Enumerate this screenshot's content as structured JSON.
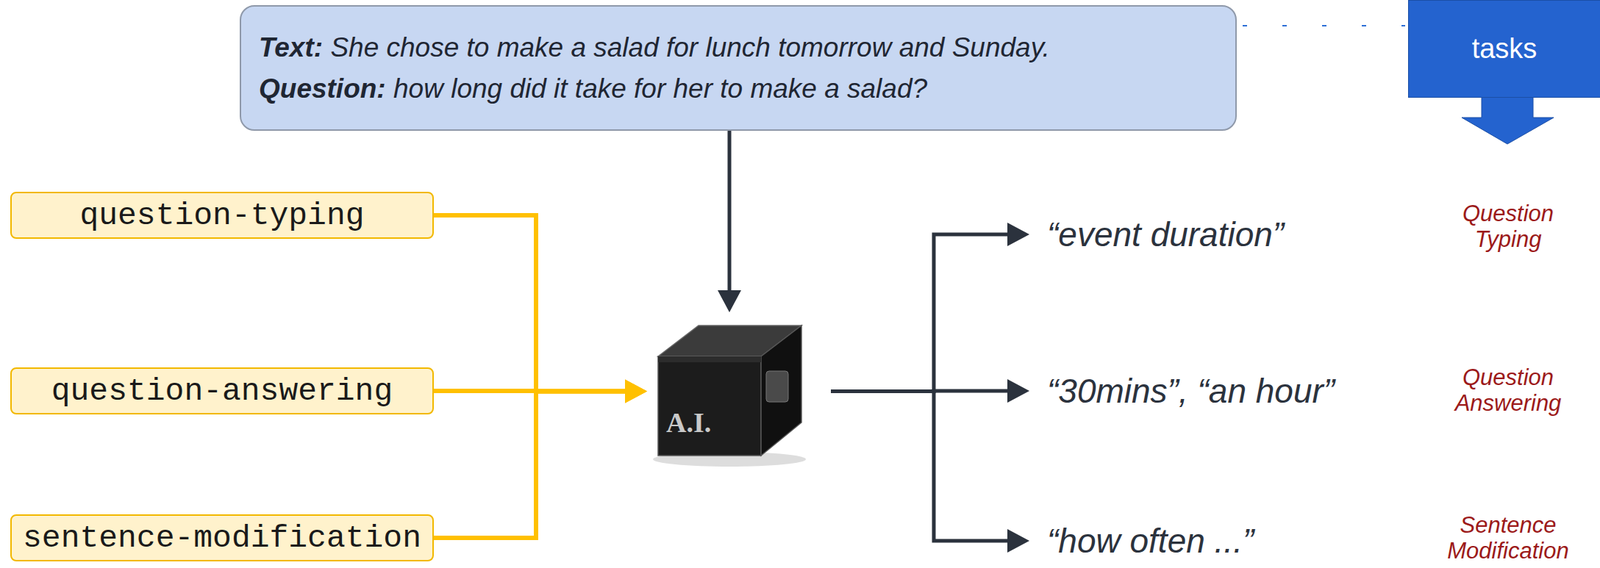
{
  "diagram": {
    "nodes": [
      {
        "text": [
          "Text:",
          "She chose to make a salad for lunch tomorrow and Sunday.",
          "Question:",
          "how long did it take for her to make a salad?"
        ]
      },
      {
        "text": [
          "tasks"
        ]
      },
      {
        "text": [
          "question-typing"
        ]
      },
      {
        "text": [
          "question-answering"
        ]
      },
      {
        "text": [
          "sentence-modification"
        ]
      },
      {
        "text": [
          "A.I."
        ]
      },
      {
        "text": [
          "“event duration”"
        ]
      },
      {
        "text": [
          "“30mins”, “an hour”"
        ]
      },
      {
        "text": [
          "“how often ...”"
        ]
      }
    ],
    "edges": [
      {
        "from": 0,
        "to": 1,
        "arrow": "none"
      },
      {
        "from": 0,
        "to": 5,
        "arrow": "to"
      },
      {
        "from": 2,
        "to": 5,
        "arrow": "to"
      },
      {
        "from": 3,
        "to": 5,
        "arrow": "to"
      },
      {
        "from": 4,
        "to": 5,
        "arrow": "to"
      },
      {
        "from": 5,
        "to": 6,
        "arrow": "to"
      },
      {
        "from": 5,
        "to": 7,
        "arrow": "to"
      },
      {
        "from": 5,
        "to": 8,
        "arrow": "to"
      }
    ],
    "labels": [
      "Question Typing",
      "Question Answering",
      "Sentence Modification"
    ]
  }
}
